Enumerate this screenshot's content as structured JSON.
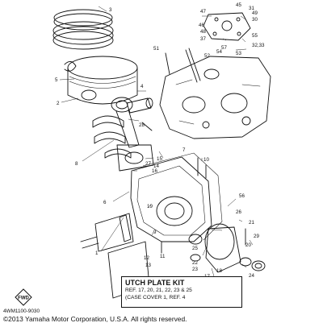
{
  "callouts": [
    "3",
    "5",
    "2",
    "4",
    "28",
    "8",
    "27",
    "15",
    "16",
    "14",
    "6",
    "19",
    "7",
    "9",
    "1",
    "10",
    "12",
    "13",
    "11",
    "20",
    "25",
    "22",
    "23",
    "24",
    "17",
    "26",
    "18",
    "21",
    "29",
    "56",
    "47",
    "31",
    "30",
    "46",
    "48",
    "37",
    "51",
    "57",
    "54",
    "32,33",
    "52",
    "53",
    "55",
    "45",
    "49"
  ],
  "note_box": {
    "title": "UTCH PLATE KIT",
    "line1": "REF. 17, 20, 21, 22, 23 & 25",
    "line2": "(CASE COVER 1, REF. 4"
  },
  "catalog_number": "4WM1100-9030",
  "copyright": "©2013 Yamaha Motor Corporation, U.S.A. All rights reserved.",
  "fwd_label": "FWD"
}
